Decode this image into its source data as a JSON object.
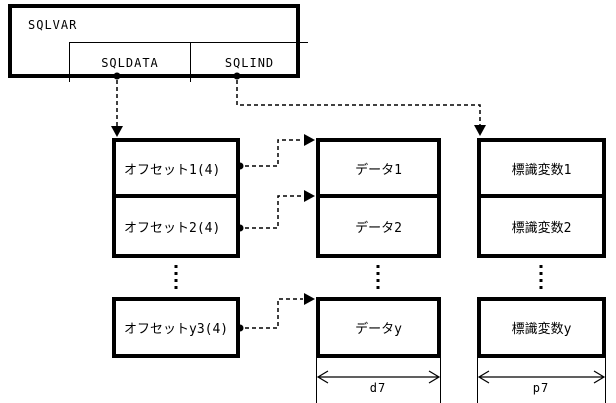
{
  "diagram": {
    "background_color": "#ffffff",
    "line_color": "#000000",
    "sqlvar": {
      "label": "SQLVAR",
      "fields": {
        "sqldata": "SQLDATA",
        "sqlind": "SQLIND"
      }
    },
    "offset_column": {
      "rows": [
        "オフセット1(4)",
        "オフセット2(4)",
        "オフセットy3(4)"
      ]
    },
    "data_column": {
      "rows": [
        "データ1",
        "データ2",
        "データy"
      ]
    },
    "indicator_column": {
      "rows": [
        "標識変数1",
        "標識変数2",
        "標識変数y"
      ]
    },
    "dimension_labels": {
      "data_width": "d7",
      "indicator_width": "p7"
    },
    "icons": {
      "pointer-arrow-down-icon": "▼ solid triangle, dashed pointer line",
      "pointer-arrow-right-icon": "▶ solid triangle, dashed pointer line",
      "connector-dot-icon": "● filled anchor dot",
      "vertical-ellipsis-icon": "⋮ repetition dots",
      "width-measure-arrow-icon": "↔ double open-headed dimension arrow"
    }
  }
}
